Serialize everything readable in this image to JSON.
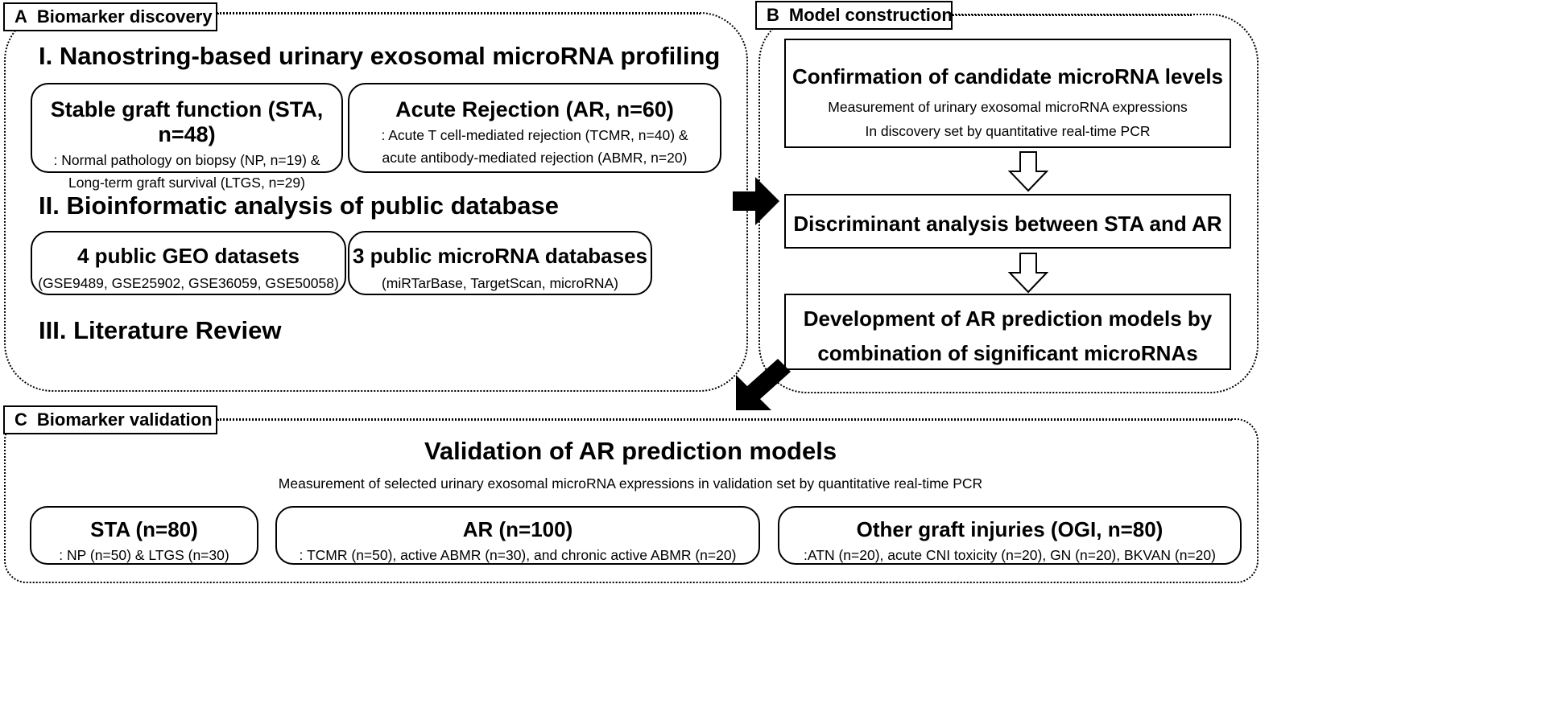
{
  "panel_a": {
    "label_letter": "A",
    "label_text": "Biomarker discovery",
    "section1_title": "I. Nanostring-based urinary exosomal microRNA profiling",
    "sta_box": {
      "title": "Stable graft function (STA, n=48)",
      "line1": ": Normal pathology on biopsy (NP, n=19) &",
      "line2": "Long-term graft survival (LTGS, n=29)"
    },
    "ar_box": {
      "title": "Acute Rejection (AR, n=60)",
      "line1": ": Acute T cell-mediated rejection (TCMR, n=40) &",
      "line2": "acute antibody-mediated rejection (ABMR, n=20)"
    },
    "section2_title": "II. Bioinformatic analysis of public database",
    "geo_box": {
      "title": "4 public GEO datasets",
      "line1": "(GSE9489, GSE25902, GSE36059, GSE50058)"
    },
    "mirna_db_box": {
      "title": "3 public microRNA databases",
      "line1": "(miRTarBase, TargetScan, microRNA)"
    },
    "section3_title": "III. Literature Review"
  },
  "panel_b": {
    "label_letter": "B",
    "label_text": "Model construction",
    "box1": {
      "title": "Confirmation of  candidate microRNA levels",
      "line1": "Measurement of urinary exosomal microRNA expressions",
      "line2": "In discovery set by quantitative real-time PCR"
    },
    "box2": {
      "title": "Discriminant analysis between STA and AR"
    },
    "box3": {
      "line1": "Development of AR prediction models by",
      "line2": "combination of significant microRNAs"
    }
  },
  "panel_c": {
    "label_letter": "C",
    "label_text": "Biomarker validation",
    "title": "Validation of AR prediction models",
    "subtitle": "Measurement of selected urinary exosomal microRNA expressions in validation set by quantitative real-time PCR",
    "sta_box": {
      "title": "STA (n=80)",
      "line1": ": NP (n=50) & LTGS (n=30)"
    },
    "ar_box": {
      "title": "AR (n=100)",
      "line1": ": TCMR (n=50), active ABMR (n=30), and chronic active ABMR (n=20)"
    },
    "ogi_box": {
      "title": "Other graft injuries (OGI, n=80)",
      "line1": ":ATN (n=20), acute CNI toxicity (n=20), GN (n=20), BKVAN (n=20)"
    }
  }
}
